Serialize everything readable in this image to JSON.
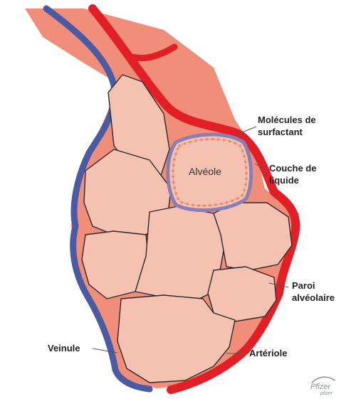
{
  "labels": {
    "alveole": "Alvéole",
    "surfactant": "Molécules de surfactant",
    "couche": "Couche de liquide",
    "paroi": "Paroi alvéolaire",
    "veinule": "Veinule",
    "arteriole": "Artériole"
  },
  "logo": {
    "name": "Pfizer",
    "sub": "pfizer"
  },
  "colors": {
    "tissue": "#f5c2b2",
    "outer_tissue": "#f08e7a",
    "artery": "#e21f26",
    "vein": "#4a5aa3",
    "alveolus_wall": "#8a7fb5",
    "surfactant_dots": "#e88a70",
    "cell_line": "#2a2a2a"
  }
}
